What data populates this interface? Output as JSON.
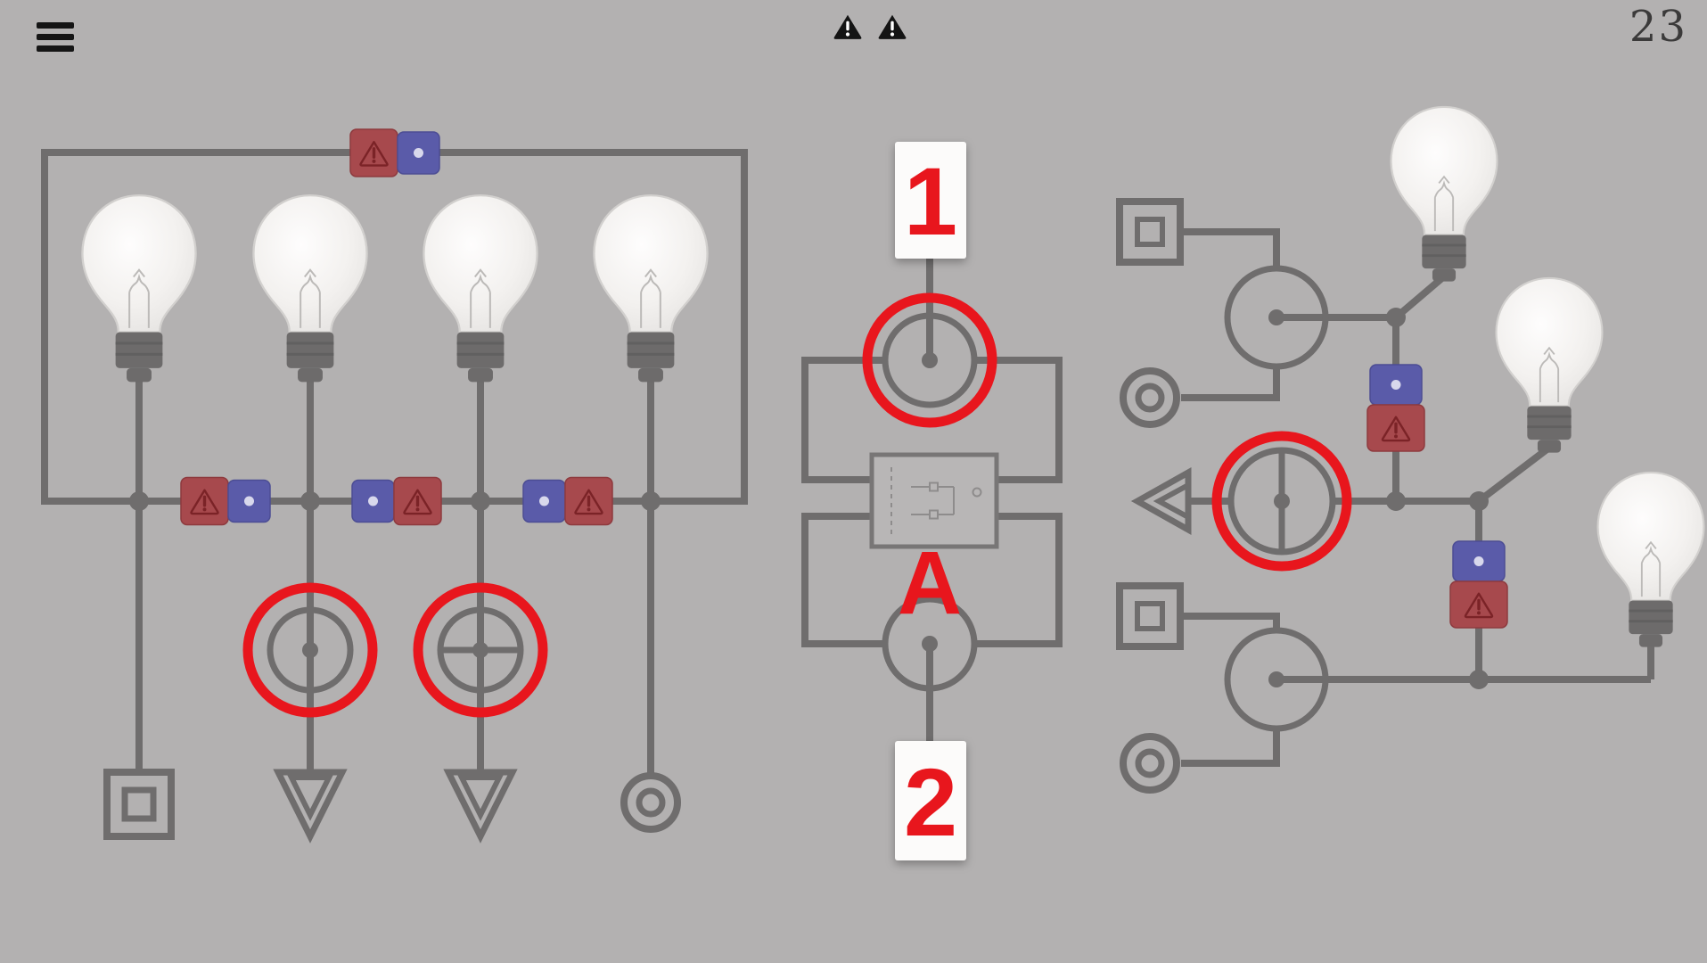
{
  "header": {
    "level": "23",
    "warning_count": 2
  },
  "labels": {
    "terminal_1": "1",
    "terminal_2": "2",
    "component": "A"
  },
  "icons": {
    "menu": "hamburger-menu-icon",
    "alert": "warning-triangle-icon",
    "switch_warning": "warning-triangle-icon",
    "switch_indicator": "dot-icon",
    "terminals": [
      "square-terminal",
      "arrow-down-terminal",
      "ring-terminal",
      "arrow-left-terminal"
    ],
    "bulb": "light-bulb-icon"
  },
  "colors": {
    "background": "#b3b1b1",
    "wire": "#6f6d6d",
    "selection_red": "#e8161d",
    "switch_red": "#a7494d",
    "switch_red_symbol": "#7b2327",
    "switch_blue": "#5a5ba9",
    "card_white": "#fcfbfa",
    "number_red": "#e8161d"
  }
}
